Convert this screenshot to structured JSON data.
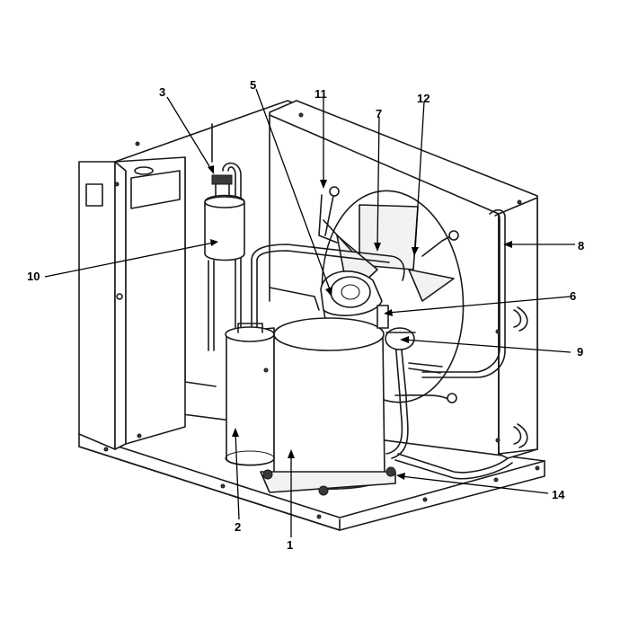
{
  "callouts": [
    {
      "id": "c1",
      "label": "1"
    },
    {
      "id": "c2",
      "label": "2"
    },
    {
      "id": "c3",
      "label": "3"
    },
    {
      "id": "c5",
      "label": "5"
    },
    {
      "id": "c6",
      "label": "6"
    },
    {
      "id": "c7",
      "label": "7"
    },
    {
      "id": "c8",
      "label": "8"
    },
    {
      "id": "c9",
      "label": "9"
    },
    {
      "id": "c10",
      "label": "10"
    },
    {
      "id": "c11",
      "label": "11"
    },
    {
      "id": "c12",
      "label": "12"
    },
    {
      "id": "c14",
      "label": "14"
    }
  ]
}
